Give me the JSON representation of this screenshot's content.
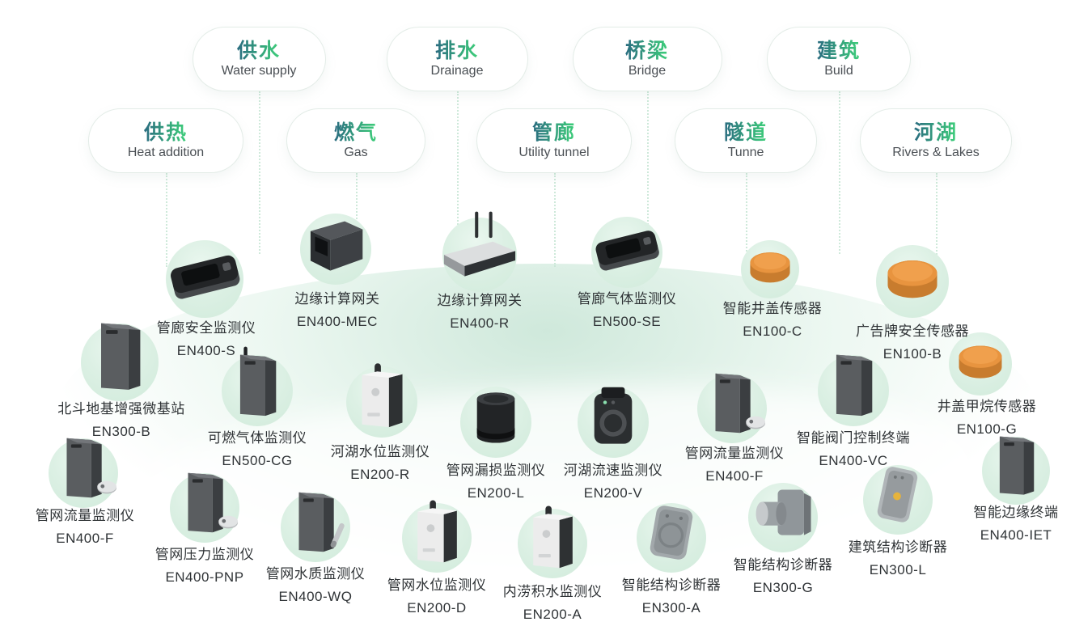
{
  "categories": {
    "row1": [
      {
        "zh": "供水",
        "en": "Water supply"
      },
      {
        "zh": "排水",
        "en": "Drainage"
      },
      {
        "zh": "桥梁",
        "en": "Bridge"
      },
      {
        "zh": "建筑",
        "en": "Build"
      }
    ],
    "row2": [
      {
        "zh": "供热",
        "en": "Heat addition"
      },
      {
        "zh": "燃气",
        "en": "Gas"
      },
      {
        "zh": "管廊",
        "en": "Utility tunnel"
      },
      {
        "zh": "隧道",
        "en": "Tunne"
      },
      {
        "zh": "河湖",
        "en": "Rivers & Lakes"
      }
    ]
  },
  "devices": [
    {
      "name": "管廊安全监测仪",
      "model": "EN400-S",
      "icon": "flat-monitor"
    },
    {
      "name": "边缘计算网关",
      "model": "EN400-MEC",
      "icon": "cube-gateway"
    },
    {
      "name": "边缘计算网关",
      "model": "EN400-R",
      "icon": "router-gateway"
    },
    {
      "name": "管廊气体监测仪",
      "model": "EN500-SE",
      "icon": "flat-monitor"
    },
    {
      "name": "智能井盖传感器",
      "model": "EN100-C",
      "icon": "manhole-disc"
    },
    {
      "name": "广告牌安全传感器",
      "model": "EN100-B",
      "icon": "manhole-disc"
    },
    {
      "name": "北斗地基增强微基站",
      "model": "EN300-B",
      "icon": "tall-box"
    },
    {
      "name": "可燃气体监测仪",
      "model": "EN500-CG",
      "icon": "tall-box-antenna"
    },
    {
      "name": "河湖水位监测仪",
      "model": "EN200-R",
      "icon": "white-box"
    },
    {
      "name": "管网漏损监测仪",
      "model": "EN200-L",
      "icon": "black-cylinder"
    },
    {
      "name": "河湖流速监测仪",
      "model": "EN200-V",
      "icon": "ring-sensor"
    },
    {
      "name": "管网流量监测仪",
      "model": "EN400-F",
      "icon": "tall-box-remote"
    },
    {
      "name": "智能阀门控制终端",
      "model": "EN400-VC",
      "icon": "tall-box"
    },
    {
      "name": "井盖甲烷传感器",
      "model": "EN100-G",
      "icon": "manhole-disc"
    },
    {
      "name": "管网流量监测仪",
      "model": "EN400-F",
      "icon": "tall-box-remote"
    },
    {
      "name": "管网压力监测仪",
      "model": "EN400-PNP",
      "icon": "tall-box-remote"
    },
    {
      "name": "管网水质监测仪",
      "model": "EN400-WQ",
      "icon": "tall-box-probe"
    },
    {
      "name": "管网水位监测仪",
      "model": "EN200-D",
      "icon": "white-box"
    },
    {
      "name": "内涝积水监测仪",
      "model": "EN200-A",
      "icon": "white-box"
    },
    {
      "name": "智能结构诊断器",
      "model": "EN300-A",
      "icon": "gray-panel"
    },
    {
      "name": "智能结构诊断器",
      "model": "EN300-G",
      "icon": "disc-box"
    },
    {
      "name": "建筑结构诊断器",
      "model": "EN300-L",
      "icon": "wall-sensor"
    },
    {
      "name": "智能边缘终端",
      "model": "EN400-IET",
      "icon": "tall-box"
    }
  ],
  "colors": {
    "title_gradient_start": "#2a6c80",
    "title_gradient_end": "#3ed17a",
    "category_en_text": "#4a4f54",
    "device_label_text": "#2f3336",
    "connector_dotted": "#c9e7d6",
    "circle_fill": "#dcf0e4",
    "manhole_orange": "#e8943f"
  }
}
